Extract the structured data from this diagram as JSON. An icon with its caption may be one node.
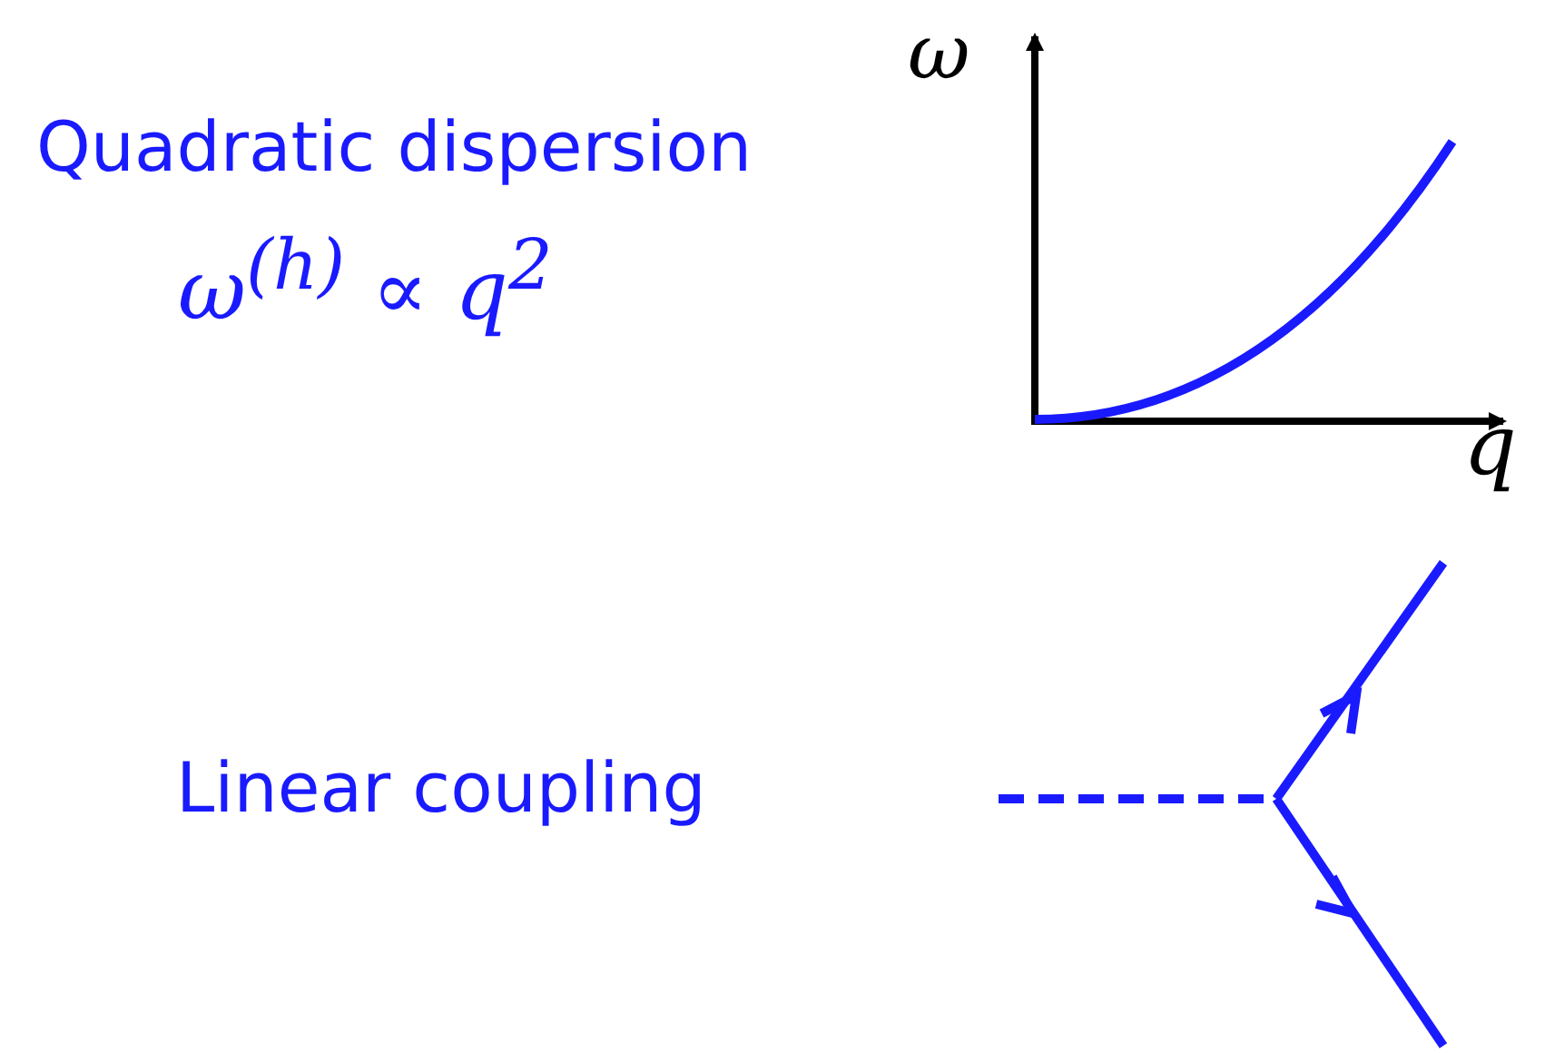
{
  "diagram": {
    "labels": [
      "Quadratic dispersion",
      "ω$^{(h)}$ ∝ q$^{2}$",
      "ω",
      "q",
      "Linear coupling"
    ]
  }
}
